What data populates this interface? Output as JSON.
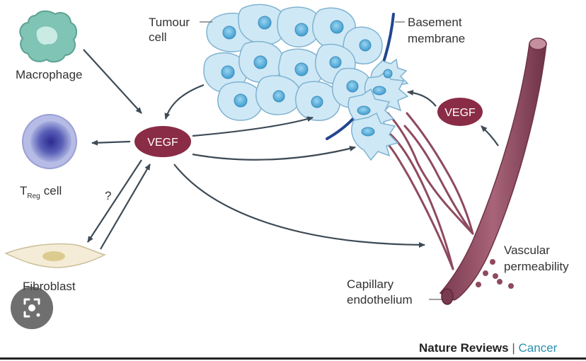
{
  "labels": {
    "tumour_cell": [
      "Tumour",
      "cell"
    ],
    "basement_membrane": [
      "Basement",
      "membrane"
    ],
    "macrophage": "Macrophage",
    "treg_main": "T",
    "treg_sub": "Reg",
    "treg_suffix": "cell",
    "question": "?",
    "fibroblast": "Fibroblast",
    "vascular_permeability": [
      "Vascular",
      "permeability"
    ],
    "capillary_endothelium": [
      "Capillary",
      "endothelium"
    ],
    "vegf_center": "VEGF",
    "vegf_right": "VEGF"
  },
  "credit": {
    "journal": "Nature Reviews",
    "separator": "|",
    "section": "Cancer"
  },
  "icons": {
    "lens": "google-lens-icon"
  },
  "colors": {
    "vegf": "#8a2c46",
    "vessel": "#8e4a5e",
    "tumour_fill": "#cfe8f5",
    "nucleus": "#5bb3de",
    "membrane": "#23468f",
    "arrow": "#3d4a55",
    "accent": "#2a8fb0"
  }
}
